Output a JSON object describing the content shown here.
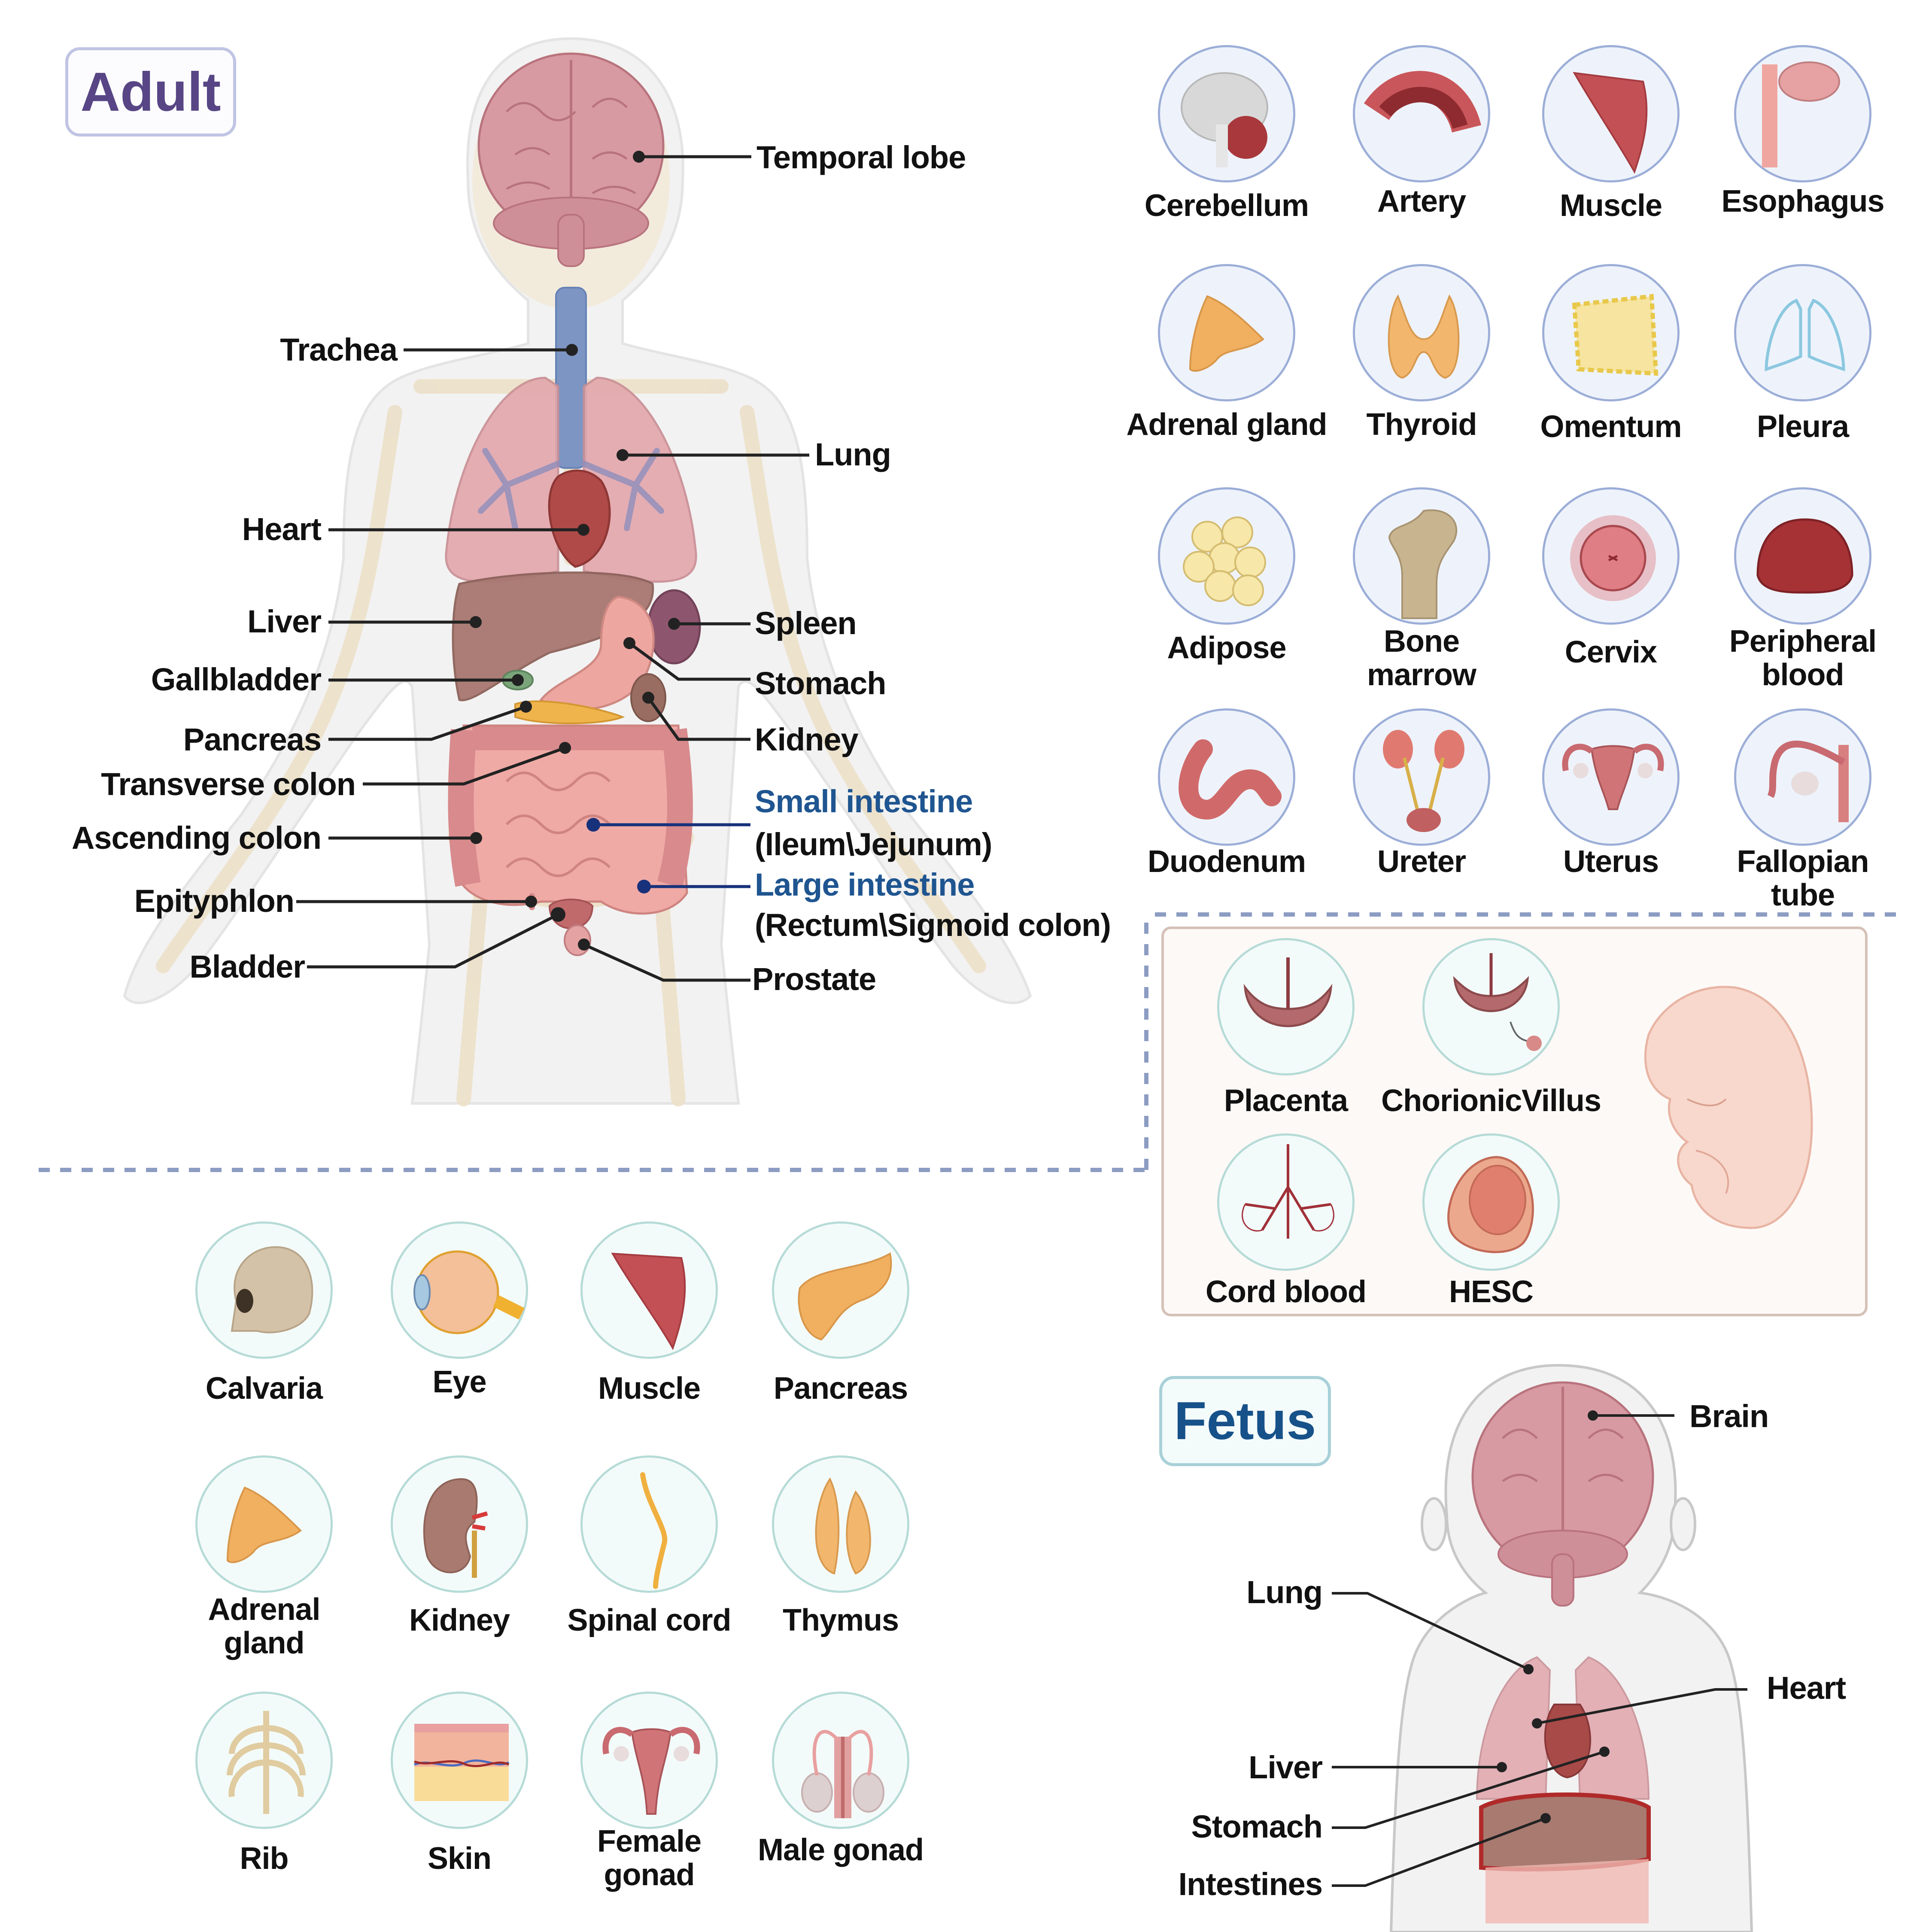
{
  "adult": {
    "title": "Adult",
    "title_color": "#574585",
    "organ_labels": {
      "temporal_lobe": "Temporal lobe",
      "trachea": "Trachea",
      "lung": "Lung",
      "heart": "Heart",
      "liver": "Liver",
      "spleen": "Spleen",
      "gallbladder": "Gallbladder",
      "stomach": "Stomach",
      "pancreas": "Pancreas",
      "kidney": "Kidney",
      "transverse_colon": "Transverse colon",
      "small_intestine": "Small intestine",
      "small_intestine_sub": "(Ileum\\Jejunum)",
      "ascending_colon": "Ascending colon",
      "large_intestine": "Large intestine",
      "large_intestine_sub": "(Rectum\\Sigmoid colon)",
      "epityphlon": "Epityphlon",
      "bladder": "Bladder",
      "prostate": "Prostate"
    },
    "highlight_color": "#1f5590",
    "tissues": [
      {
        "label": "Cerebellum",
        "icon": "cerebellum-icon"
      },
      {
        "label": "Artery",
        "icon": "artery-icon"
      },
      {
        "label": "Muscle",
        "icon": "muscle-icon"
      },
      {
        "label": "Esophagus",
        "icon": "esophagus-icon"
      },
      {
        "label": "Adrenal gland",
        "icon": "adrenal-gland-icon"
      },
      {
        "label": "Thyroid",
        "icon": "thyroid-icon"
      },
      {
        "label": "Omentum",
        "icon": "omentum-icon"
      },
      {
        "label": "Pleura",
        "icon": "pleura-icon"
      },
      {
        "label": "Adipose",
        "icon": "adipose-icon"
      },
      {
        "label": "Bone marrow",
        "icon": "bone-marrow-icon"
      },
      {
        "label": "Cervix",
        "icon": "cervix-icon"
      },
      {
        "label": "Peripheral blood",
        "icon": "blood-cell-icon"
      },
      {
        "label": "Duodenum",
        "icon": "duodenum-icon"
      },
      {
        "label": "Ureter",
        "icon": "ureter-icon"
      },
      {
        "label": "Uterus",
        "icon": "uterus-icon"
      },
      {
        "label": "Fallopian tube",
        "icon": "fallopian-tube-icon"
      }
    ]
  },
  "extraembryonic": {
    "items": [
      {
        "label": "Placenta",
        "icon": "placenta-icon"
      },
      {
        "label": "ChorionicVillus",
        "icon": "chorionic-villus-icon"
      },
      {
        "label": "Cord blood",
        "icon": "cord-blood-icon"
      },
      {
        "label": "HESC",
        "icon": "stem-cell-icon"
      }
    ],
    "embryo_icon": "embryo-icon"
  },
  "fetal_tissues": [
    {
      "label": "Calvaria",
      "icon": "skull-icon"
    },
    {
      "label": "Eye",
      "icon": "eye-icon"
    },
    {
      "label": "Muscle",
      "icon": "muscle-icon"
    },
    {
      "label": "Pancreas",
      "icon": "pancreas-icon"
    },
    {
      "label": "Adrenal gland",
      "icon": "adrenal-gland-icon"
    },
    {
      "label": "Kidney",
      "icon": "kidney-icon"
    },
    {
      "label": "Spinal cord",
      "icon": "spinal-cord-icon"
    },
    {
      "label": "Thymus",
      "icon": "thymus-icon"
    },
    {
      "label": "Rib",
      "icon": "ribcage-icon"
    },
    {
      "label": "Skin",
      "icon": "skin-icon"
    },
    {
      "label": "Female gonad",
      "icon": "female-reproductive-icon"
    },
    {
      "label": "Male gonad",
      "icon": "male-reproductive-icon"
    }
  ],
  "fetus": {
    "title": "Fetus",
    "title_color": "#175189",
    "organ_labels": {
      "brain": "Brain",
      "lung": "Lung",
      "heart": "Heart",
      "liver": "Liver",
      "stomach": "Stomach",
      "intestines": "Intestines"
    }
  }
}
